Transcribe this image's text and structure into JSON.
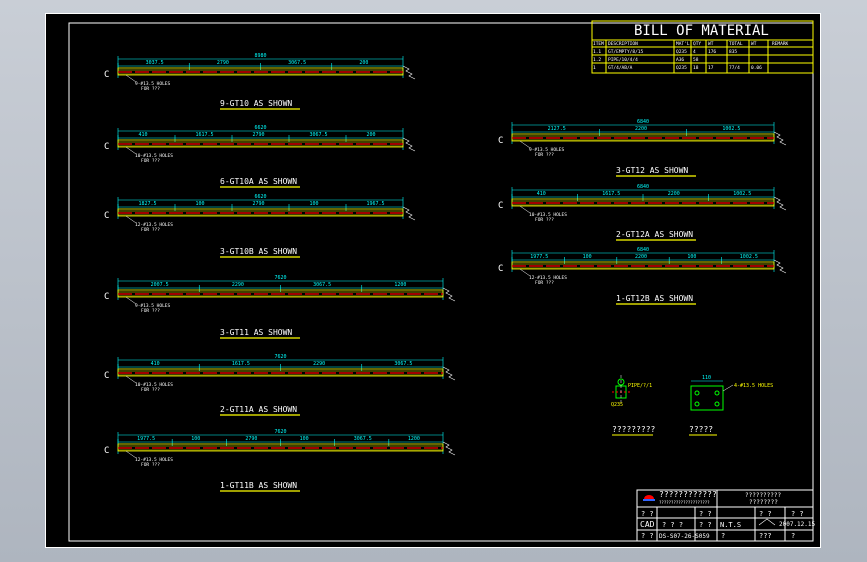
{
  "bom": {
    "title": "BILL OF MATERIAL",
    "headers": [
      "ITEM",
      "DESCRIPTION",
      "MAT'L",
      "QTY",
      "WT",
      "TOTAL",
      "WT",
      "REMARK"
    ],
    "rows": [
      [
        "1.1",
        "GT/EMPTY/8/15",
        "Q235",
        "4",
        "176",
        "835",
        ""
      ],
      [
        "1.2",
        "PIPE/10/4/4",
        "A36",
        "58",
        "",
        "",
        ""
      ],
      [
        "1",
        "GT/4/AB/A",
        "Q235",
        "18",
        "17",
        "77/4",
        "0.06"
      ]
    ]
  },
  "beams": [
    {
      "id": "b1",
      "label": "9-GT10 AS SHOWN",
      "total": "8980",
      "segments": [
        "3037.5",
        "2790",
        "3067.5",
        "200"
      ],
      "note1": "9-#13.5 HOLES",
      "note2": "FOR ???"
    },
    {
      "id": "b2",
      "label": "6-GT10A AS SHOWN",
      "total": "6620",
      "segments": [
        "410",
        "1617.5",
        "2790",
        "3067.5",
        "200"
      ],
      "note1": "10-#13.5 HOLES",
      "note2": "FOR ???"
    },
    {
      "id": "b3",
      "label": "3-GT10B AS SHOWN",
      "total": "6620",
      "segments": [
        "1827.5",
        "100",
        "2790",
        "100",
        "1967.5"
      ],
      "note1": "12-#13.5 HOLES",
      "note2": "FOR ???"
    },
    {
      "id": "b4",
      "label": "3-GT11 AS SHOWN",
      "total": "7620",
      "segments": [
        "2007.5",
        "2290",
        "3067.5",
        "1200"
      ],
      "note1": "9-#13.5 HOLES",
      "note2": "FOR ???"
    },
    {
      "id": "b5",
      "label": "2-GT11A AS SHOWN",
      "total": "7620",
      "segments": [
        "410",
        "1617.5",
        "2290",
        "3067.5"
      ],
      "note1": "10-#13.5 HOLES",
      "note2": "FOR ???"
    },
    {
      "id": "b6",
      "label": "1-GT11B AS SHOWN",
      "total": "7620",
      "segments": [
        "1977.5",
        "100",
        "2790",
        "100",
        "3067.5",
        "1200"
      ],
      "note1": "12-#13.5 HOLES",
      "note2": "FOR ???"
    },
    {
      "id": "b7",
      "label": "3-GT12 AS SHOWN",
      "total": "6840",
      "segments": [
        "2127.5",
        "2200",
        "1002.5"
      ],
      "note1": "9-#13.5 HOLES",
      "note2": "FOR ???"
    },
    {
      "id": "b8",
      "label": "2-GT12A AS SHOWN",
      "total": "6840",
      "segments": [
        "410",
        "1617.5",
        "2200",
        "1002.5"
      ],
      "note1": "10-#13.5 HOLES",
      "note2": "FOR ???"
    },
    {
      "id": "b9",
      "label": "1-GT12B AS SHOWN",
      "total": "6840",
      "segments": [
        "1977.5",
        "100",
        "2200",
        "100",
        "1002.5"
      ],
      "note1": "12-#13.5 HOLES",
      "note2": "FOR ???"
    }
  ],
  "section_mark": "C",
  "details": {
    "left_label": "?????????",
    "left_note": "PIPE/?/1",
    "left_sub": "Q235",
    "right_label": "?????",
    "right_dim": "110",
    "right_note": "4-#13.5 HOLES"
  },
  "titleblock": {
    "company": "????????????",
    "company_sub": "?????????????????????",
    "project": "??????????",
    "project_sub": "????????",
    "r1": [
      "? ?",
      "? ?",
      "? ?",
      "? ?"
    ],
    "r2": [
      "CAD",
      "? ? ?",
      "? ?",
      "N.T.S",
      "2007.12.15"
    ],
    "r3": [
      "? ?",
      "DS-S07-26-S059",
      "?",
      "???",
      "?"
    ]
  }
}
